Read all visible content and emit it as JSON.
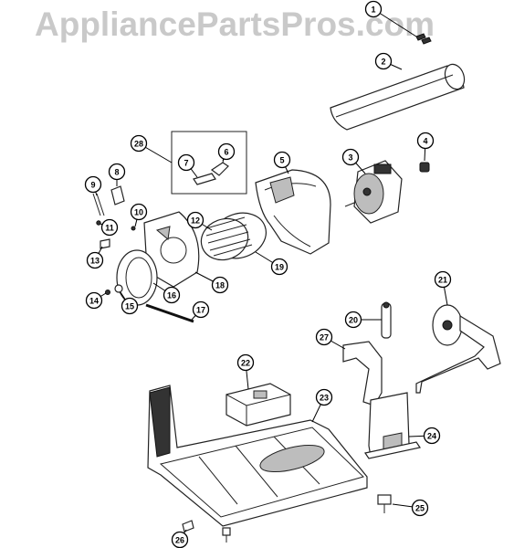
{
  "watermark": "AppliancePartsPros.com",
  "callouts": [
    {
      "label": "1"
    },
    {
      "label": "2"
    },
    {
      "label": "3"
    },
    {
      "label": "4"
    },
    {
      "label": "5"
    },
    {
      "label": "6"
    },
    {
      "label": "7"
    },
    {
      "label": "8"
    },
    {
      "label": "9"
    },
    {
      "label": "10"
    },
    {
      "label": "11"
    },
    {
      "label": "12"
    },
    {
      "label": "13"
    },
    {
      "label": "14"
    },
    {
      "label": "15"
    },
    {
      "label": "16"
    },
    {
      "label": "17"
    },
    {
      "label": "18"
    },
    {
      "label": "19"
    },
    {
      "label": "20"
    },
    {
      "label": "21"
    },
    {
      "label": "22"
    },
    {
      "label": "23"
    },
    {
      "label": "24"
    },
    {
      "label": "25"
    },
    {
      "label": "26"
    },
    {
      "label": "27"
    },
    {
      "label": "28"
    }
  ]
}
